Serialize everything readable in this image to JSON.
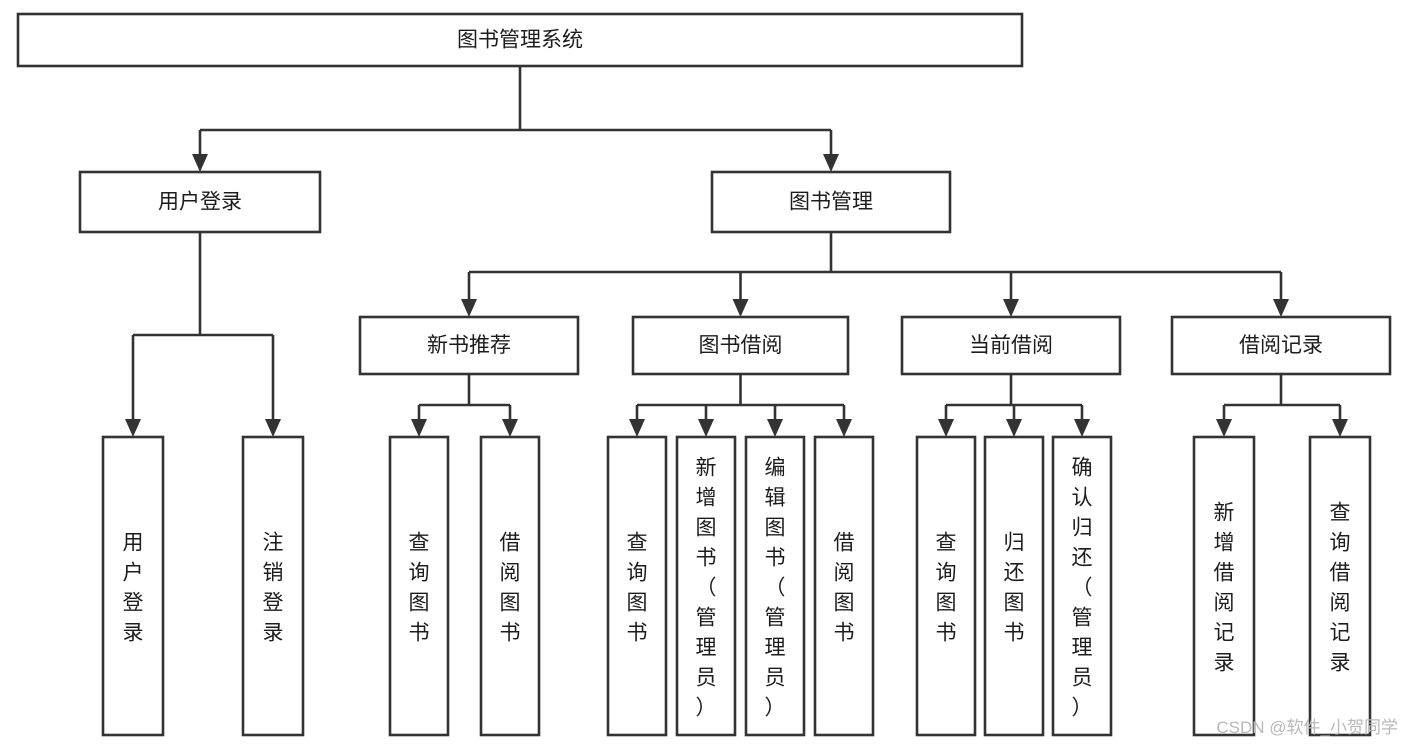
{
  "diagram": {
    "type": "hierarchy-tree",
    "title": "图书管理系统",
    "root": {
      "id": "root",
      "label": "图书管理系统",
      "orientation": "horizontal"
    },
    "level2": [
      {
        "id": "user-login",
        "label": "用户登录",
        "orientation": "horizontal"
      },
      {
        "id": "book-manage",
        "label": "图书管理",
        "orientation": "horizontal"
      }
    ],
    "level3": [
      {
        "id": "new-book-recommend",
        "label": "新书推荐",
        "orientation": "horizontal"
      },
      {
        "id": "book-borrow",
        "label": "图书借阅",
        "orientation": "horizontal"
      },
      {
        "id": "current-borrow",
        "label": "当前借阅",
        "orientation": "horizontal"
      },
      {
        "id": "borrow-record",
        "label": "借阅记录",
        "orientation": "horizontal"
      }
    ],
    "leaves": {
      "user-login": [
        {
          "id": "leaf-user-login",
          "label": "用户登录",
          "orientation": "vertical"
        },
        {
          "id": "leaf-user-logout",
          "label": "注销登录",
          "orientation": "vertical"
        }
      ],
      "new-book-recommend": [
        {
          "id": "leaf-query-book-1",
          "label": "查询图书",
          "orientation": "vertical"
        },
        {
          "id": "leaf-borrow-book-1",
          "label": "借阅图书",
          "orientation": "vertical"
        }
      ],
      "book-borrow": [
        {
          "id": "leaf-query-book-2",
          "label": "查询图书",
          "orientation": "vertical"
        },
        {
          "id": "leaf-add-book",
          "label": "新增图书（管理员）",
          "orientation": "vertical"
        },
        {
          "id": "leaf-edit-book",
          "label": "编辑图书（管理员）",
          "orientation": "vertical"
        },
        {
          "id": "leaf-borrow-book-2",
          "label": "借阅图书",
          "orientation": "vertical"
        }
      ],
      "current-borrow": [
        {
          "id": "leaf-query-book-3",
          "label": "查询图书",
          "orientation": "vertical"
        },
        {
          "id": "leaf-return-book",
          "label": "归还图书",
          "orientation": "vertical"
        },
        {
          "id": "leaf-confirm-return",
          "label": "确认归还（管理员）",
          "orientation": "vertical"
        }
      ],
      "borrow-record": [
        {
          "id": "leaf-add-record",
          "label": "新增借阅记录",
          "orientation": "vertical"
        },
        {
          "id": "leaf-query-record",
          "label": "查询借阅记录",
          "orientation": "vertical"
        }
      ]
    },
    "colors": {
      "background": "#ffffff",
      "box_fill": "#ffffff",
      "box_stroke": "#333333",
      "text": "#1c1c1c",
      "watermark": "#b9b9b9"
    }
  },
  "watermark": {
    "text": "CSDN @软件_小贺同学"
  }
}
